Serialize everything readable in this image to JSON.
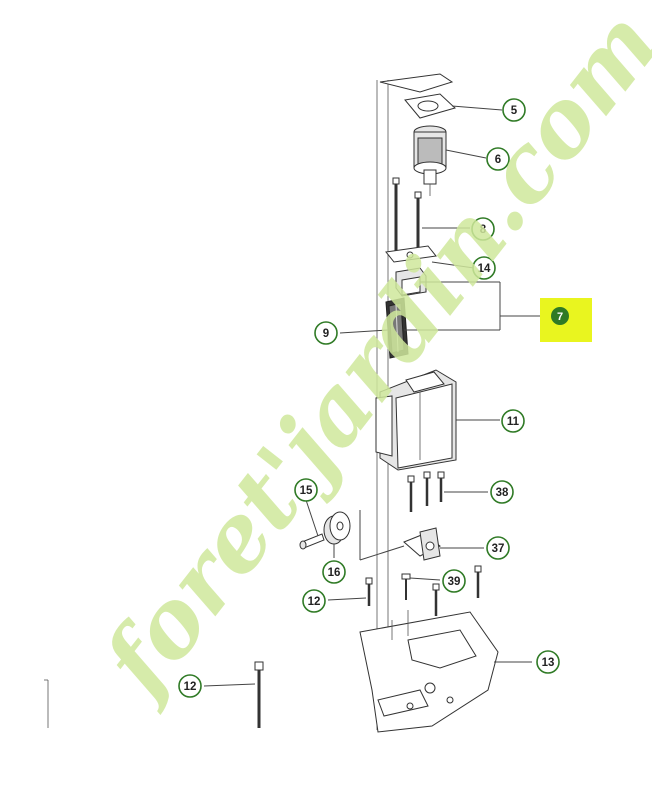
{
  "watermark": {
    "text": "foret'jardin.com",
    "color": "#cfe79b"
  },
  "highlight": {
    "label": "7",
    "color": "#e9f51f",
    "dot_color": "#2f7a25"
  },
  "callouts": [
    {
      "id": "c5",
      "label": "5"
    },
    {
      "id": "c6",
      "label": "6"
    },
    {
      "id": "c8",
      "label": "8"
    },
    {
      "id": "c14",
      "label": "14"
    },
    {
      "id": "c9",
      "label": "9"
    },
    {
      "id": "c11",
      "label": "11"
    },
    {
      "id": "c15",
      "label": "15"
    },
    {
      "id": "c38",
      "label": "38"
    },
    {
      "id": "c16",
      "label": "16"
    },
    {
      "id": "c37",
      "label": "37"
    },
    {
      "id": "c39",
      "label": "39"
    },
    {
      "id": "c12a",
      "label": "12"
    },
    {
      "id": "c13",
      "label": "13"
    },
    {
      "id": "c12b",
      "label": "12"
    }
  ]
}
